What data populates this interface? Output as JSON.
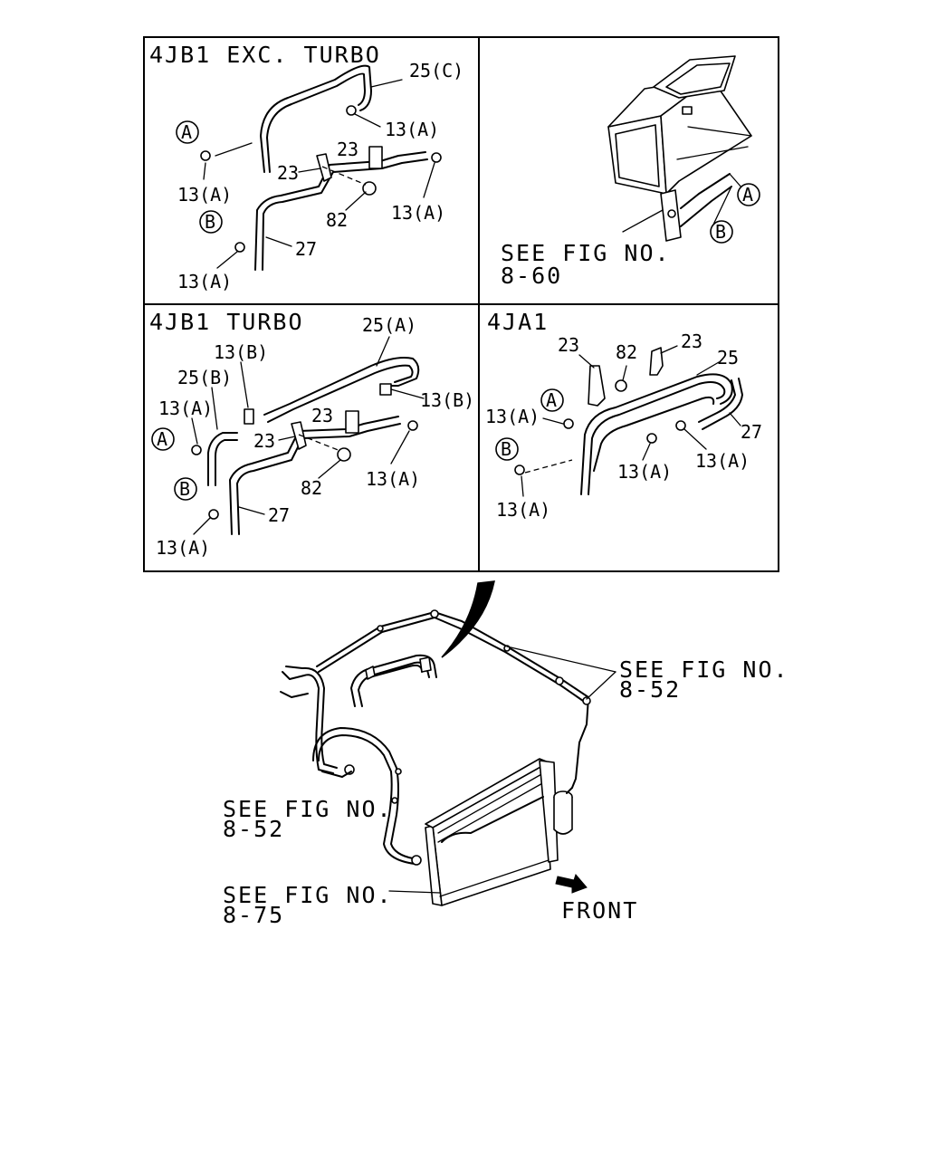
{
  "panels": {
    "top_left": {
      "title": "4JB1 EXC. TURBO",
      "labels": [
        "25(C)",
        "13(A)",
        "13(A)",
        "23",
        "23",
        "82",
        "13(A)",
        "27",
        "13(A)"
      ],
      "markers": [
        "A",
        "B"
      ]
    },
    "top_right": {
      "see_line1": "SEE FIG NO.",
      "see_line2": "8-60",
      "markers": [
        "A",
        "B"
      ]
    },
    "mid_left": {
      "title": "4JB1 TURBO",
      "labels": [
        "25(A)",
        "13(B)",
        "25(B)",
        "13(B)",
        "13(A)",
        "23",
        "23",
        "82",
        "13(A)",
        "27",
        "13(A)"
      ],
      "markers": [
        "A",
        "B"
      ]
    },
    "mid_right": {
      "title": "4JA1",
      "labels": [
        "23",
        "82",
        "23",
        "25",
        "13(A)",
        "27",
        "13(A)",
        "13(A)",
        "13(A)"
      ],
      "markers": [
        "A",
        "B"
      ]
    }
  },
  "overview": {
    "ref_right_line1": "SEE FIG NO.",
    "ref_right_line2": "8-52",
    "ref_left_line1": "SEE FIG NO.",
    "ref_left_line2": "8-52",
    "ref_bottom_line1": "SEE FIG NO.",
    "ref_bottom_line2": "8-75",
    "front_label": "FRONT"
  }
}
